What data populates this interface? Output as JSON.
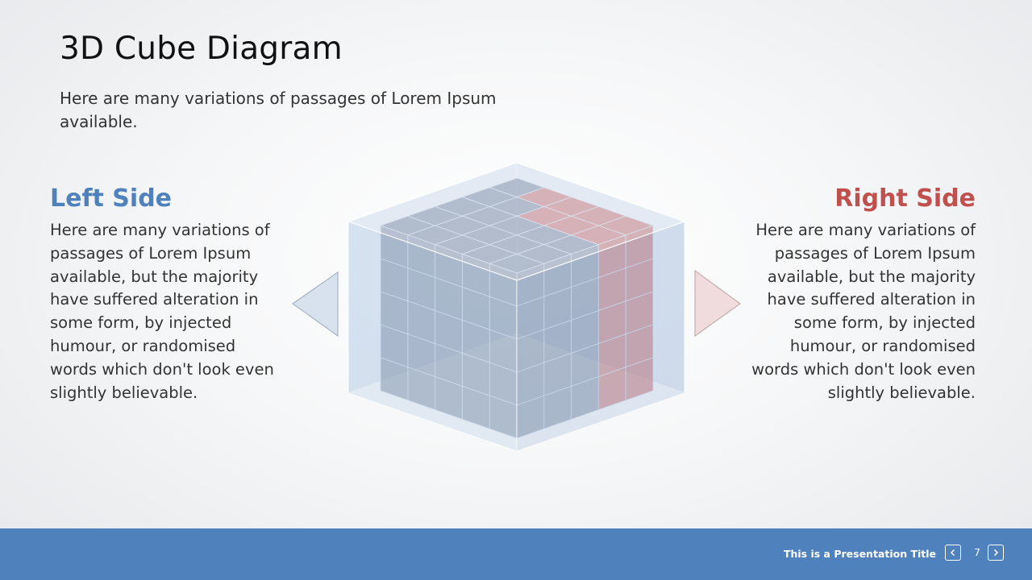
{
  "slide": {
    "title": "3D Cube Diagram",
    "subtitle": "Here are many variations of passages of Lorem Ipsum available."
  },
  "left_side": {
    "heading": "Left Side",
    "body": "Here are many variations of passages of Lorem Ipsum available, but the majority have suffered alteration in some form, by injected humour, or randomised words which don't look even slightly believable.",
    "color": "#4f81bd"
  },
  "right_side": {
    "heading": "Right Side",
    "body": "Here are many variations of passages of Lorem Ipsum available, but the majority have suffered alteration in some form, by injected humour, or randomised words which don't look even slightly believable.",
    "color": "#c0504d"
  },
  "diagram": {
    "grid_size": 5,
    "highlighted_layers": 2,
    "cube_color": "#5b6b86",
    "highlight_color": "#c0504d",
    "outer_box_color": "#b8cde4"
  },
  "footer": {
    "title": "This is a Presentation Title",
    "page_number": "7",
    "prev_icon": "chevron-left-icon",
    "next_icon": "chevron-right-icon",
    "background": "#4f81bd"
  }
}
